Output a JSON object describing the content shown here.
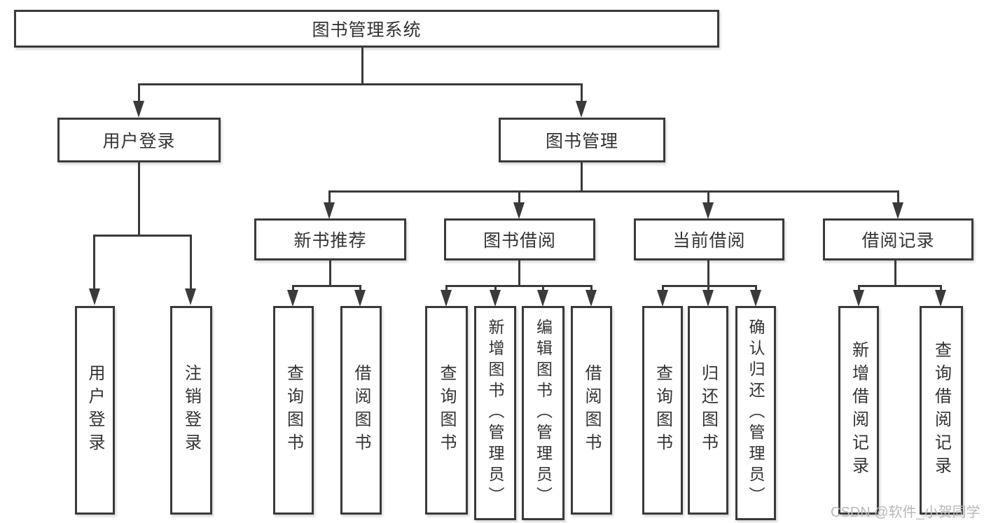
{
  "diagram": {
    "type": "tree",
    "tree": {
      "label": "图书管理系统",
      "children": [
        {
          "label": "用户登录",
          "children": [
            {
              "label": "用户登录"
            },
            {
              "label": "注销登录"
            }
          ]
        },
        {
          "label": "图书管理",
          "children": [
            {
              "label": "新书推荐",
              "children": [
                {
                  "label": "查询图书"
                },
                {
                  "label": "借阅图书"
                }
              ]
            },
            {
              "label": "图书借阅",
              "children": [
                {
                  "label": "查询图书"
                },
                {
                  "label": "新增图书（管理员）"
                },
                {
                  "label": "编辑图书（管理员）"
                },
                {
                  "label": "借阅图书"
                }
              ]
            },
            {
              "label": "当前借阅",
              "children": [
                {
                  "label": "查询图书"
                },
                {
                  "label": "归还图书"
                },
                {
                  "label": "确认归还（管理员）"
                }
              ]
            },
            {
              "label": "借阅记录",
              "children": [
                {
                  "label": "新增借阅记录"
                },
                {
                  "label": "查询借阅记录"
                }
              ]
            }
          ]
        }
      ]
    },
    "watermark": {
      "text": "CSDN @软件_小贺同学",
      "color": "#b9b9b9"
    },
    "colors": {
      "line": "#3a3a3a",
      "box_border": "#3a3a3a",
      "box_background": "#ffffff",
      "text": "#333333",
      "page_background": "#ffffff"
    }
  }
}
